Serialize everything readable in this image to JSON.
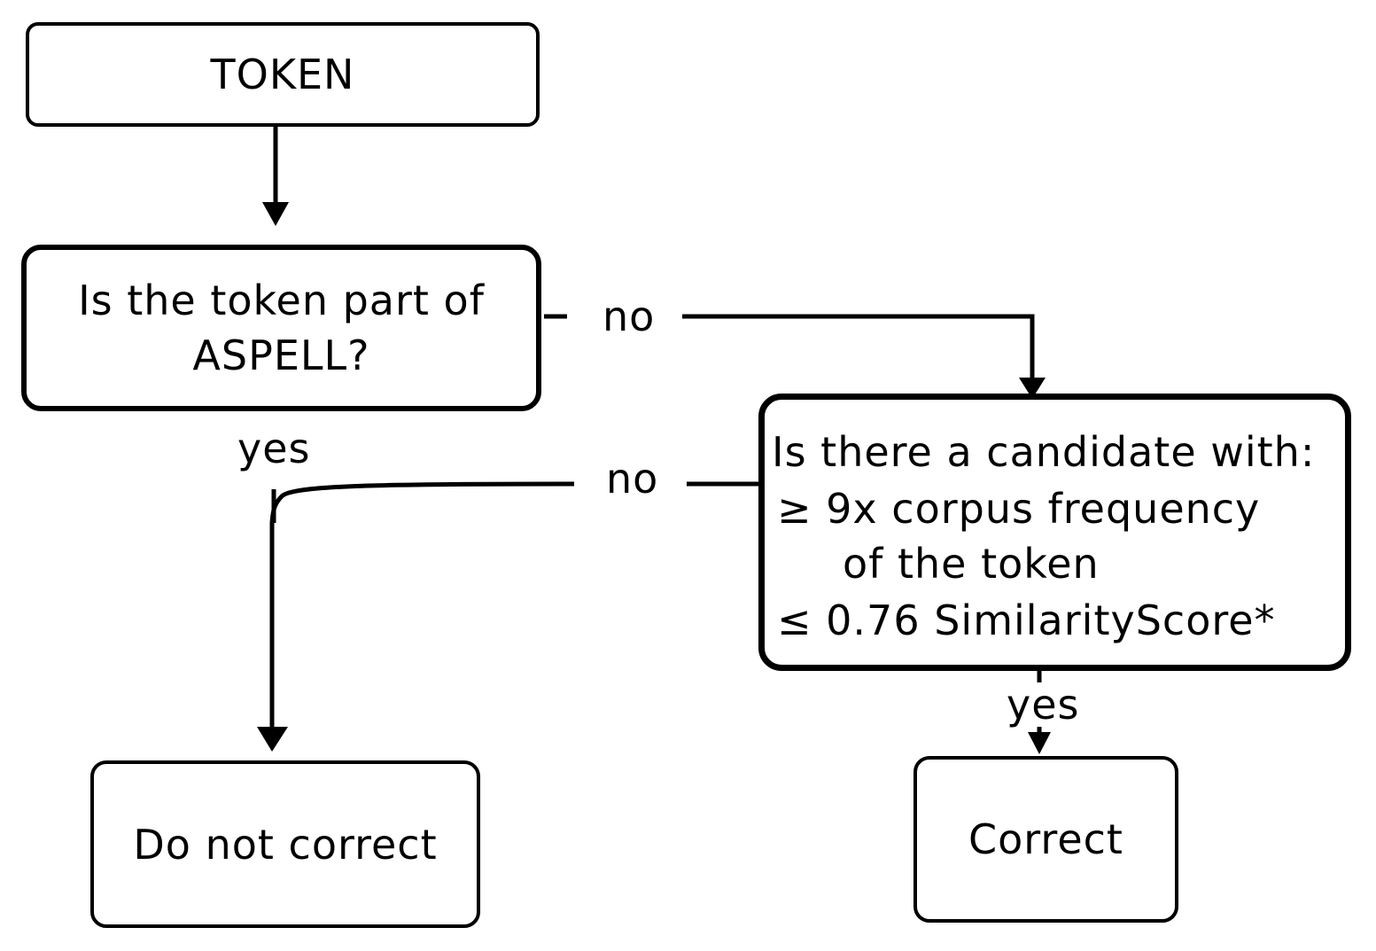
{
  "nodes": {
    "token": "TOKEN",
    "aspell_question_line1": "Is the token part of",
    "aspell_question_line2": "ASPELL?",
    "candidate_question": {
      "line1": "Is there a candidate with:",
      "line2": "≥ 9x corpus frequency",
      "line3": "of the token",
      "line4": "≤ 0.76 SimilarityScore*"
    },
    "do_not_correct": "Do not correct",
    "correct": "Correct"
  },
  "edge_labels": {
    "aspell_no": "no",
    "aspell_yes": "yes",
    "candidate_no": "no",
    "candidate_yes": "yes"
  }
}
